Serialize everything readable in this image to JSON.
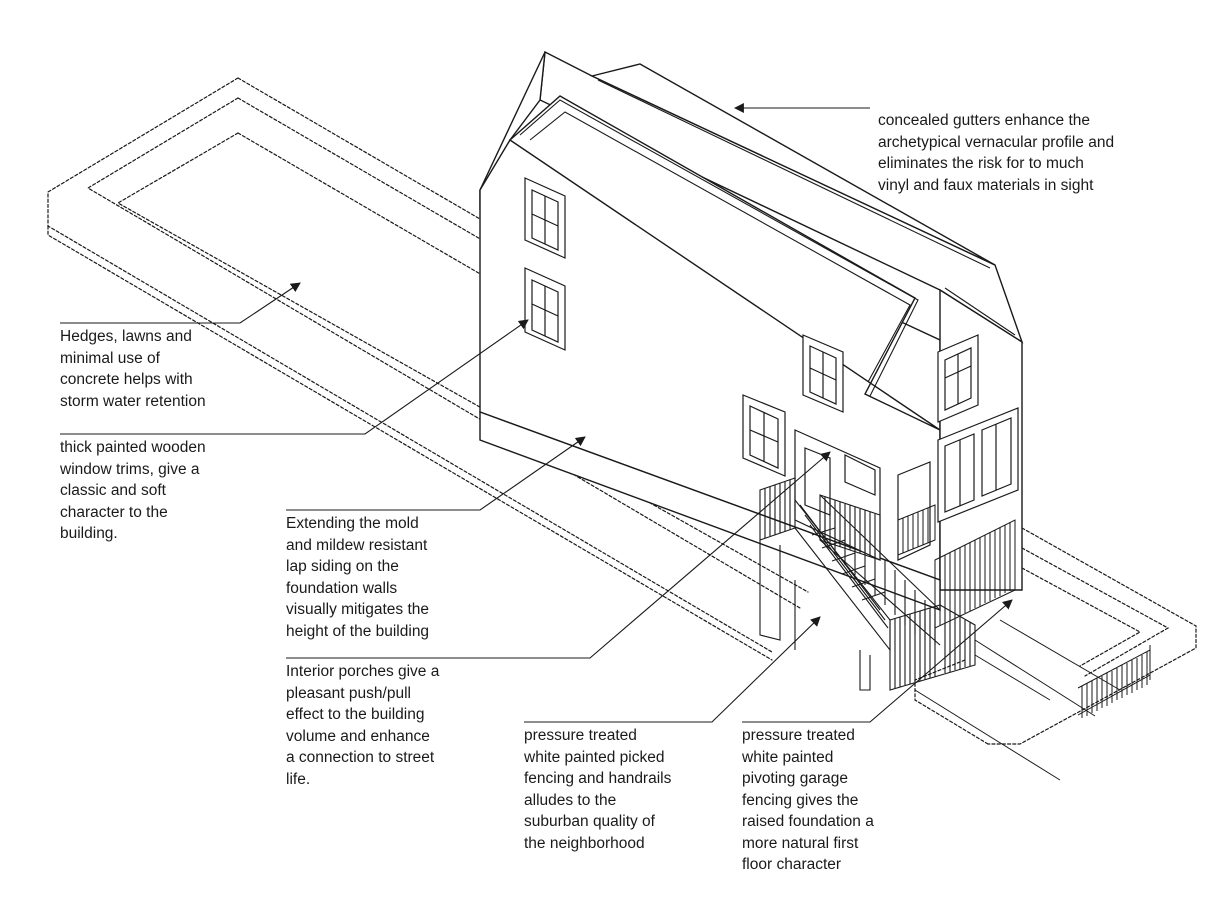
{
  "annotations": {
    "gutters": "concealed gutters enhance the\narchetypical vernacular profile and\neliminates the risk for to much\nvinyl and faux materials in sight",
    "hedges": "Hedges, lawns and\nminimal use of\nconcrete helps with\nstorm water retention",
    "trims": "thick painted wooden\nwindow trims, give a\nclassic and soft\ncharacter to the\nbuilding.",
    "siding": "Extending the mold\nand mildew resistant\nlap siding on the\nfoundation walls\nvisually mitigates the\nheight of the building",
    "porches": "Interior porches give a\npleasant push/pull\neffect to the building\nvolume and enhance\na connection to street\nlife.",
    "fencing": "pressure treated\nwhite painted picked\nfencing and handrails\nalludes to the\nsuburban quality of\nthe neighborhood",
    "garage": "pressure treated\nwhite painted\npivoting garage\nfencing gives the\nraised foundation a\nmore natural first\nfloor character"
  },
  "colors": {
    "line": "#1a1a1a",
    "background": "#ffffff"
  }
}
